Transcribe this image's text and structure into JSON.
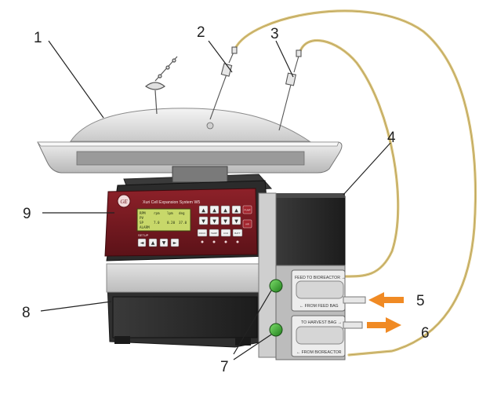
{
  "callouts": [
    "1",
    "2",
    "3",
    "4",
    "5",
    "6",
    "7",
    "8",
    "9"
  ],
  "device": {
    "panel_title": "Xuri Cell Expansion System W5",
    "logo": "GE",
    "lcd": {
      "header": [
        "RPM",
        "rpm",
        "lpm",
        "deg"
      ],
      "row1": [
        "PV",
        "",
        "",
        ""
      ],
      "row2": [
        "SP",
        "7.0",
        "0.20",
        "37.0"
      ],
      "row3": "ALARM"
    },
    "keypad_row_top": [
      "▲",
      "▲",
      "▲",
      "▲"
    ],
    "keypad_row_bottom": [
      "▼",
      "▼",
      "▼",
      "▼"
    ],
    "side_keys": [
      "PUMP",
      "AIR"
    ],
    "func_keys": [
      "ROCK",
      "TEMP",
      "CO2",
      "BATT"
    ],
    "setup_label": "SETUP",
    "nav_keys": [
      "◄",
      "▲",
      "▼",
      "►"
    ]
  },
  "pumps": {
    "feed_in": "FEED TO BIOREACTOR →",
    "feed_from": "← FROM FEED BAG",
    "harvest_to": "TO HARVEST BAG →",
    "harvest_from": "← FROM BIOREACTOR"
  },
  "colors": {
    "tubing": "#d9c27a",
    "panel": "#7a1c22",
    "arrow": "#f08a24",
    "led": "#3aa832",
    "lcd": "#c8d86a"
  }
}
